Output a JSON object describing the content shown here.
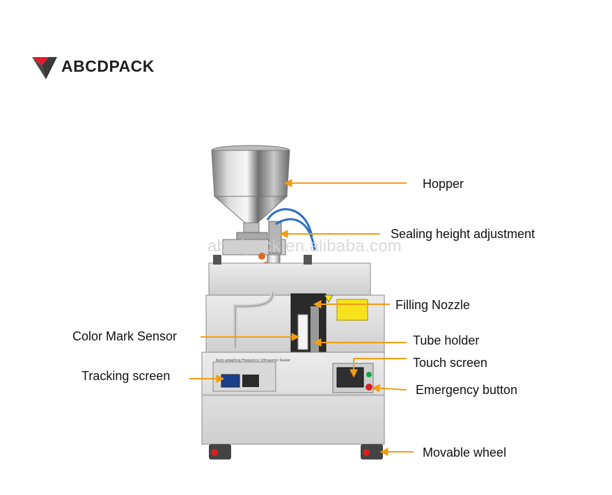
{
  "brand": {
    "name": "ABCDPACK",
    "watermark": "abcdpack.en.alibaba.com",
    "accent": "#e8192c",
    "dark": "#3a3a3a"
  },
  "panel_text": "Auto-adapting Frequency Ultrasonic Sealer",
  "leader_color": "#f39c12",
  "labels": {
    "hopper": "Hopper",
    "sealing_height": "Sealing height adjustment",
    "filling_nozzle": "Filling Nozzle",
    "color_mark_sensor": "Color Mark Sensor",
    "tube_holder": "Tube holder",
    "touch_screen": "Touch screen",
    "tracking_screen": "Tracking screen",
    "emergency_button": "Emergency button",
    "movable_wheel": "Movable wheel"
  }
}
